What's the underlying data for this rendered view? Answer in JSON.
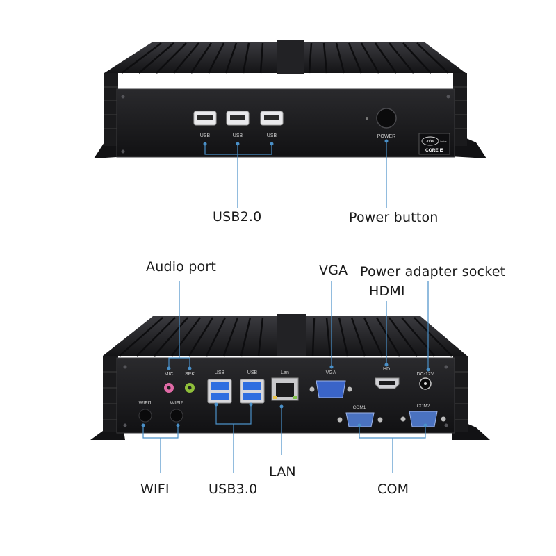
{
  "front": {
    "port_labels": [
      "USB",
      "USB",
      "USB"
    ],
    "power_label": "POWER",
    "badge_brand": "intel",
    "badge_sub": "inside",
    "badge_model": "CORE i5",
    "callouts": {
      "usb": "USB2.0",
      "power": "Power button"
    }
  },
  "rear": {
    "audio_labels": [
      "MIC",
      "SPK"
    ],
    "wifi_labels": [
      "WIFI1",
      "WIFI2"
    ],
    "usb_labels": [
      "USB",
      "USB"
    ],
    "lan_label": "Lan",
    "vga_label": "VGA",
    "hd_label": "HD",
    "dc_label": "DC-12V",
    "com_labels": [
      "COM1",
      "COM2"
    ],
    "callouts": {
      "audio": "Audio port",
      "vga": "VGA",
      "power_adapter": "Power adapter socket",
      "hdmi": "HDMI",
      "wifi": "WIFI",
      "usb3": "USB3.0",
      "lan": "LAN",
      "com": "COM"
    }
  },
  "colors": {
    "chassis": "#1c1c1e",
    "fin": "#26262a",
    "leader_line": "#4a90c8",
    "usb3_blue": "#2f6ee0",
    "mic_pink": "#e06aa6",
    "spk_green": "#8fbf3a",
    "vga_blue": "#3a64c8",
    "com_blue": "#4a72c0"
  }
}
